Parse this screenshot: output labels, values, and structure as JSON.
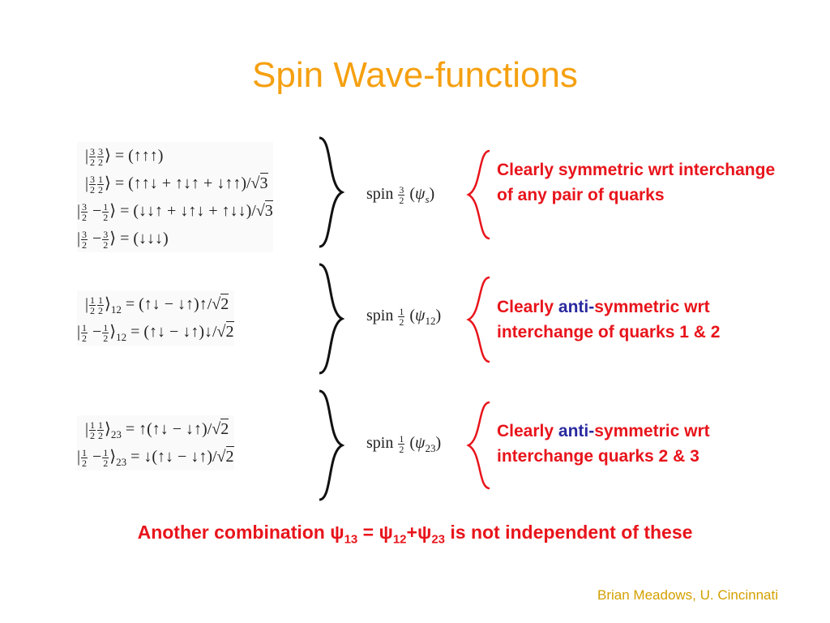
{
  "slide": {
    "title": "Spin Wave-functions",
    "credit": "Brian Meadows, U. Cincinnati"
  },
  "quartet": {
    "lines": [
      {
        "ket": "|3/2 3/2⟩",
        "rhs": "= (↑↑↑)"
      },
      {
        "ket": "|3/2 1/2⟩",
        "rhs": "= (↑↑↓ + ↑↓↑ + ↓↑↑)/√3"
      },
      {
        "ket": "|3/2 −1/2⟩",
        "rhs": "= (↓↓↑ + ↓↑↓ + ↑↓↓)/√3"
      },
      {
        "ket": "|3/2 −3/2⟩",
        "rhs": "= (↓↓↓)"
      }
    ],
    "spin_label": "spin 3/2 (ψs)",
    "note": "Clearly symmetric wrt interchange of any pair of quarks"
  },
  "doublet12": {
    "lines": [
      {
        "ket": "|1/2 1/2⟩12",
        "rhs": "= (↑↓ − ↓↑)↑/√2"
      },
      {
        "ket": "|1/2 −1/2⟩12",
        "rhs": "= (↑↓ − ↓↑)↓/√2"
      }
    ],
    "spin_label": "spin 1/2 (ψ12)",
    "note": {
      "pre": "Clearly ",
      "anti": "anti-",
      "post": "symmetric wrt interchange of quarks 1 & 2"
    }
  },
  "doublet23": {
    "lines": [
      {
        "ket": "|1/2 1/2⟩23",
        "rhs": "= ↑(↑↓ − ↓↑)/√2"
      },
      {
        "ket": "|1/2 −1/2⟩23",
        "rhs": "= ↓(↑↓ − ↓↑)/√2"
      }
    ],
    "spin_label": "spin 1/2 (ψ23)",
    "note": {
      "pre": "Clearly ",
      "anti": "anti-",
      "post": "symmetric wrt interchange quarks 2 & 3"
    }
  },
  "conclusion": {
    "part1": "Another combination ",
    "psi13": "ψ",
    "sub13": "13",
    "equals": " = ",
    "psi12": "ψ",
    "sub12": "12",
    "plus": "+",
    "psi23": "ψ",
    "sub23": "23",
    "part2": " is not independent of these"
  },
  "colors": {
    "title": "#f5a010",
    "note_red": "#e8141b",
    "anti_blue": "#2a2aa0",
    "credit": "#d4a000"
  }
}
